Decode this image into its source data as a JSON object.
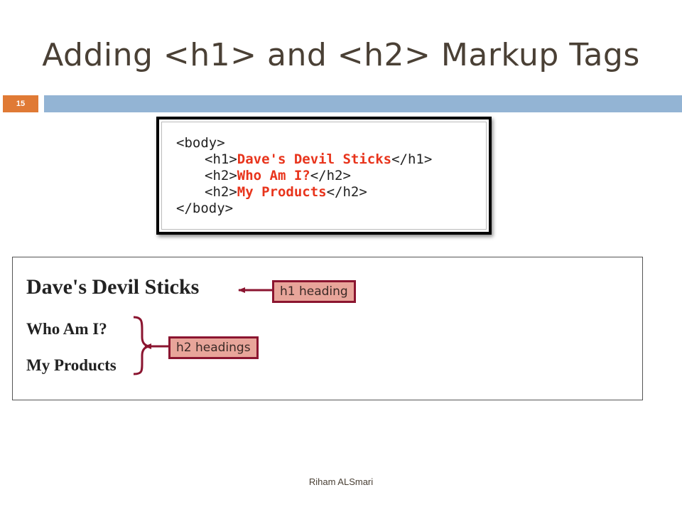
{
  "slide": {
    "title": "Adding <h1> and <h2> Markup Tags",
    "number": "15",
    "footer": "Riham ALSmari"
  },
  "code_sample": {
    "body_open": "<body>",
    "h1_open": "<h1>",
    "h1_text": "Dave's Devil Sticks",
    "h1_close": "</h1>",
    "h2a_open": "<h2>",
    "h2a_text": "Who Am I?",
    "h2a_close": "</h2>",
    "h2b_open": "<h2>",
    "h2b_text": "My Products",
    "h2b_close": "</h2>",
    "body_close": "</body>"
  },
  "rendered": {
    "h1": "Dave's Devil Sticks",
    "h2_first": "Who Am I?",
    "h2_second": "My Products"
  },
  "callouts": {
    "h1": "h1 heading",
    "h2": "h2 headings"
  },
  "colors": {
    "title_text": "#4a4035",
    "slide_bar": "#93b4d4",
    "slide_number_bg": "#e07a35",
    "code_text_red": "#e8341c",
    "callout_fill": "#e8a59a",
    "callout_border": "#8b1530"
  }
}
